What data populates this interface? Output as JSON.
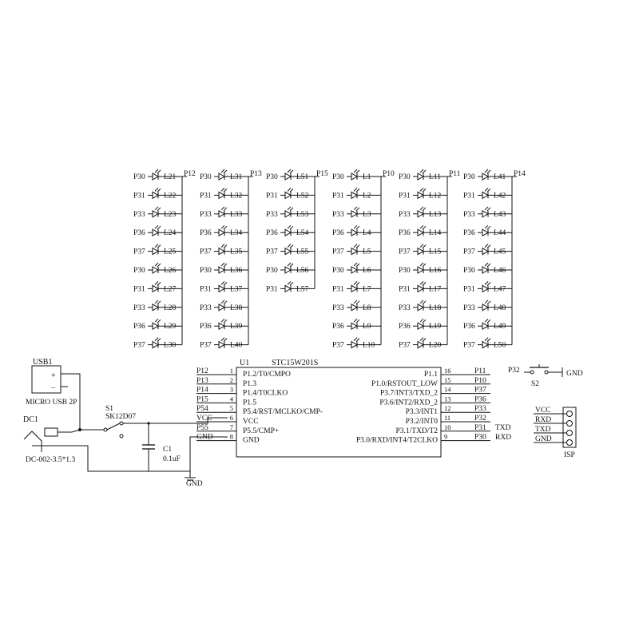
{
  "led_matrix": {
    "columns": [
      {
        "common": "P12",
        "leds": [
          {
            "pin": "P30",
            "label": "L21"
          },
          {
            "pin": "P31",
            "label": "L22"
          },
          {
            "pin": "P33",
            "label": "L23"
          },
          {
            "pin": "P36",
            "label": "L24"
          },
          {
            "pin": "P37",
            "label": "L25"
          },
          {
            "pin": "P30",
            "label": "L26"
          },
          {
            "pin": "P31",
            "label": "L27"
          },
          {
            "pin": "P33",
            "label": "L28"
          },
          {
            "pin": "P36",
            "label": "L29"
          },
          {
            "pin": "P37",
            "label": "L30"
          }
        ]
      },
      {
        "common": "P13",
        "leds": [
          {
            "pin": "P30",
            "label": "L31"
          },
          {
            "pin": "P31",
            "label": "L32"
          },
          {
            "pin": "P33",
            "label": "L33"
          },
          {
            "pin": "P36",
            "label": "L34"
          },
          {
            "pin": "P37",
            "label": "L35"
          },
          {
            "pin": "P30",
            "label": "L36"
          },
          {
            "pin": "P31",
            "label": "L37"
          },
          {
            "pin": "P33",
            "label": "L38"
          },
          {
            "pin": "P36",
            "label": "L39"
          },
          {
            "pin": "P37",
            "label": "L40"
          }
        ]
      },
      {
        "common": "P15",
        "leds": [
          {
            "pin": "P30",
            "label": "L51"
          },
          {
            "pin": "P31",
            "label": "L52"
          },
          {
            "pin": "P33",
            "label": "L53"
          },
          {
            "pin": "P36",
            "label": "L54"
          },
          {
            "pin": "P37",
            "label": "L55"
          },
          {
            "pin": "P30",
            "label": "L56"
          },
          {
            "pin": "P31",
            "label": "L57"
          }
        ]
      },
      {
        "common": "P10",
        "leds": [
          {
            "pin": "P30",
            "label": "L1"
          },
          {
            "pin": "P31",
            "label": "L2"
          },
          {
            "pin": "P33",
            "label": "L3"
          },
          {
            "pin": "P36",
            "label": "L4"
          },
          {
            "pin": "P37",
            "label": "L5"
          },
          {
            "pin": "P30",
            "label": "L6"
          },
          {
            "pin": "P31",
            "label": "L7"
          },
          {
            "pin": "P33",
            "label": "L8"
          },
          {
            "pin": "P36",
            "label": "L9"
          },
          {
            "pin": "P37",
            "label": "L10"
          }
        ]
      },
      {
        "common": "P11",
        "leds": [
          {
            "pin": "P30",
            "label": "L11"
          },
          {
            "pin": "P31",
            "label": "L12"
          },
          {
            "pin": "P33",
            "label": "L13"
          },
          {
            "pin": "P36",
            "label": "L14"
          },
          {
            "pin": "P37",
            "label": "L15"
          },
          {
            "pin": "P30",
            "label": "L16"
          },
          {
            "pin": "P31",
            "label": "L17"
          },
          {
            "pin": "P33",
            "label": "L18"
          },
          {
            "pin": "P36",
            "label": "L19"
          },
          {
            "pin": "P37",
            "label": "L20"
          }
        ]
      },
      {
        "common": "P14",
        "leds": [
          {
            "pin": "P30",
            "label": "L41"
          },
          {
            "pin": "P31",
            "label": "L42"
          },
          {
            "pin": "P33",
            "label": "L43"
          },
          {
            "pin": "P36",
            "label": "L44"
          },
          {
            "pin": "P37",
            "label": "L45"
          },
          {
            "pin": "P30",
            "label": "L46"
          },
          {
            "pin": "P31",
            "label": "L47"
          },
          {
            "pin": "P33",
            "label": "L48"
          },
          {
            "pin": "P36",
            "label": "L49"
          },
          {
            "pin": "P37",
            "label": "L50"
          }
        ]
      }
    ]
  },
  "usb": {
    "ref": "USB1",
    "plus": "+",
    "minus": "−",
    "desc": "MICRO USB 2P"
  },
  "dc": {
    "ref": "DC1",
    "desc": "DC-002-3.5*1.3"
  },
  "switch": {
    "ref": "S1",
    "part": "SK12D07"
  },
  "cap": {
    "ref": "C1",
    "value": "0.1uF"
  },
  "gnd_symbol": {
    "label": "GND"
  },
  "mcu": {
    "ref": "U1",
    "part": "STC15W201S",
    "left_pins": [
      {
        "num": "1",
        "net": "P12",
        "name": "P1.2/T0/CMPO"
      },
      {
        "num": "2",
        "net": "P13",
        "name": "P1.3"
      },
      {
        "num": "3",
        "net": "P14",
        "name": "P1.4/T0CLKO"
      },
      {
        "num": "4",
        "net": "P15",
        "name": "P1.5"
      },
      {
        "num": "5",
        "net": "P54",
        "name": "P5.4/RST/MCLKO/CMP-"
      },
      {
        "num": "6",
        "net": "VCC",
        "name": "VCC"
      },
      {
        "num": "7",
        "net": "P55",
        "name": "P5.5/CMP+"
      },
      {
        "num": "8",
        "net": "GND",
        "name": "GND"
      }
    ],
    "right_pins": [
      {
        "num": "16",
        "net": "P11",
        "name": "P1.1",
        "ext": ""
      },
      {
        "num": "15",
        "net": "P10",
        "name": "P1.0/RSTOUT_LOW",
        "ext": ""
      },
      {
        "num": "14",
        "net": "P37",
        "name": "P3.7/INT3/TXD_2",
        "ext": ""
      },
      {
        "num": "13",
        "net": "P36",
        "name": "P3.6/INT2/RXD_2",
        "ext": ""
      },
      {
        "num": "12",
        "net": "P33",
        "name": "P3.3/INT1",
        "ext": ""
      },
      {
        "num": "11",
        "net": "P32",
        "name": "P3.2/INT0",
        "ext": ""
      },
      {
        "num": "10",
        "net": "P31",
        "name": "P3.1/TXD/T2",
        "ext": "TXD"
      },
      {
        "num": "9",
        "net": "P30",
        "name": "P3.0/RXD/INT4/T2CLKO",
        "ext": "RXD"
      }
    ]
  },
  "s2": {
    "ref": "S2",
    "net": "P32",
    "gnd": "GND"
  },
  "isp": {
    "ref": "ISP",
    "pins": [
      "VCC",
      "RXD",
      "TXD",
      "GND"
    ]
  }
}
